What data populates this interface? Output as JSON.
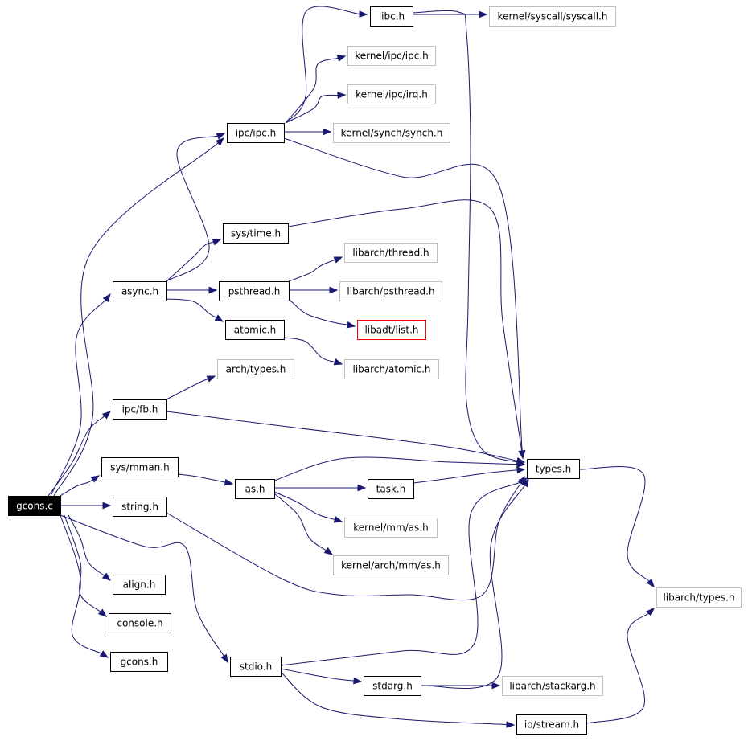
{
  "graph": {
    "nodes": [
      {
        "id": "gcons_c",
        "label": "gcons.c",
        "style": "root"
      },
      {
        "id": "libc_h",
        "label": "libc.h",
        "style": "normal"
      },
      {
        "id": "kernel_syscall",
        "label": "kernel/syscall/syscall.h",
        "style": "external"
      },
      {
        "id": "kernel_ipc_ipc",
        "label": "kernel/ipc/ipc.h",
        "style": "external"
      },
      {
        "id": "kernel_ipc_irq",
        "label": "kernel/ipc/irq.h",
        "style": "external"
      },
      {
        "id": "ipc_ipc",
        "label": "ipc/ipc.h",
        "style": "normal"
      },
      {
        "id": "kernel_synch",
        "label": "kernel/synch/synch.h",
        "style": "external"
      },
      {
        "id": "sys_time",
        "label": "sys/time.h",
        "style": "normal"
      },
      {
        "id": "libarch_thread",
        "label": "libarch/thread.h",
        "style": "external"
      },
      {
        "id": "async_h",
        "label": "async.h",
        "style": "normal"
      },
      {
        "id": "psthread_h",
        "label": "psthread.h",
        "style": "normal"
      },
      {
        "id": "libarch_psthread",
        "label": "libarch/psthread.h",
        "style": "external"
      },
      {
        "id": "libadt_list",
        "label": "libadt/list.h",
        "style": "highlight"
      },
      {
        "id": "atomic_h",
        "label": "atomic.h",
        "style": "normal"
      },
      {
        "id": "libarch_atomic",
        "label": "libarch/atomic.h",
        "style": "external"
      },
      {
        "id": "arch_types",
        "label": "arch/types.h",
        "style": "external"
      },
      {
        "id": "ipc_fb",
        "label": "ipc/fb.h",
        "style": "normal"
      },
      {
        "id": "sys_mman",
        "label": "sys/mman.h",
        "style": "normal"
      },
      {
        "id": "types_h",
        "label": "types.h",
        "style": "normal"
      },
      {
        "id": "as_h",
        "label": "as.h",
        "style": "normal"
      },
      {
        "id": "task_h",
        "label": "task.h",
        "style": "normal"
      },
      {
        "id": "string_h",
        "label": "string.h",
        "style": "normal"
      },
      {
        "id": "kernel_mm_as",
        "label": "kernel/mm/as.h",
        "style": "external"
      },
      {
        "id": "kernel_arch_mm_as",
        "label": "kernel/arch/mm/as.h",
        "style": "external"
      },
      {
        "id": "align_h",
        "label": "align.h",
        "style": "normal"
      },
      {
        "id": "libarch_types",
        "label": "libarch/types.h",
        "style": "external"
      },
      {
        "id": "console_h",
        "label": "console.h",
        "style": "normal"
      },
      {
        "id": "gcons_h",
        "label": "gcons.h",
        "style": "normal"
      },
      {
        "id": "stdio_h",
        "label": "stdio.h",
        "style": "normal"
      },
      {
        "id": "stdarg_h",
        "label": "stdarg.h",
        "style": "normal"
      },
      {
        "id": "libarch_stackarg",
        "label": "libarch/stackarg.h",
        "style": "external"
      },
      {
        "id": "io_stream",
        "label": "io/stream.h",
        "style": "normal"
      }
    ],
    "edges": [
      {
        "from": "gcons_c",
        "to": "ipc_ipc"
      },
      {
        "from": "gcons_c",
        "to": "async_h"
      },
      {
        "from": "gcons_c",
        "to": "ipc_fb"
      },
      {
        "from": "gcons_c",
        "to": "sys_mman"
      },
      {
        "from": "gcons_c",
        "to": "string_h"
      },
      {
        "from": "gcons_c",
        "to": "align_h"
      },
      {
        "from": "gcons_c",
        "to": "console_h"
      },
      {
        "from": "gcons_c",
        "to": "gcons_h"
      },
      {
        "from": "gcons_c",
        "to": "stdio_h"
      },
      {
        "from": "libc_h",
        "to": "kernel_syscall"
      },
      {
        "from": "libc_h",
        "to": "types_h"
      },
      {
        "from": "ipc_ipc",
        "to": "libc_h"
      },
      {
        "from": "ipc_ipc",
        "to": "kernel_ipc_ipc"
      },
      {
        "from": "ipc_ipc",
        "to": "kernel_ipc_irq"
      },
      {
        "from": "ipc_ipc",
        "to": "kernel_synch"
      },
      {
        "from": "ipc_ipc",
        "to": "types_h"
      },
      {
        "from": "async_h",
        "to": "ipc_ipc"
      },
      {
        "from": "async_h",
        "to": "sys_time"
      },
      {
        "from": "async_h",
        "to": "psthread_h"
      },
      {
        "from": "async_h",
        "to": "atomic_h"
      },
      {
        "from": "sys_time",
        "to": "types_h"
      },
      {
        "from": "psthread_h",
        "to": "libarch_thread"
      },
      {
        "from": "psthread_h",
        "to": "libarch_psthread"
      },
      {
        "from": "psthread_h",
        "to": "libadt_list"
      },
      {
        "from": "atomic_h",
        "to": "libarch_atomic"
      },
      {
        "from": "ipc_fb",
        "to": "arch_types"
      },
      {
        "from": "ipc_fb",
        "to": "types_h"
      },
      {
        "from": "sys_mman",
        "to": "as_h"
      },
      {
        "from": "as_h",
        "to": "types_h"
      },
      {
        "from": "as_h",
        "to": "task_h"
      },
      {
        "from": "as_h",
        "to": "kernel_mm_as"
      },
      {
        "from": "as_h",
        "to": "kernel_arch_mm_as"
      },
      {
        "from": "task_h",
        "to": "types_h"
      },
      {
        "from": "string_h",
        "to": "types_h"
      },
      {
        "from": "types_h",
        "to": "libarch_types"
      },
      {
        "from": "stdio_h",
        "to": "stdarg_h"
      },
      {
        "from": "stdio_h",
        "to": "io_stream"
      },
      {
        "from": "stdio_h",
        "to": "types_h"
      },
      {
        "from": "stdarg_h",
        "to": "libarch_stackarg"
      },
      {
        "from": "stdarg_h",
        "to": "types_h"
      },
      {
        "from": "io_stream",
        "to": "libarch_types"
      }
    ]
  },
  "colors": {
    "edge": "#191970",
    "normal_border": "#000000",
    "external_border": "#bfbfbf",
    "highlight_border": "#ff0000",
    "root_fill": "#000000",
    "root_text": "#ffffff",
    "text": "#000000",
    "background": "#ffffff"
  }
}
